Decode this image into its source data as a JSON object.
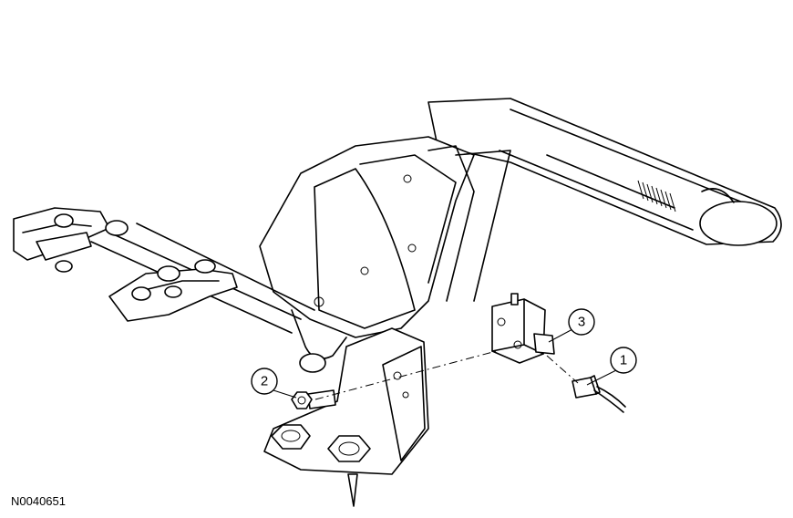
{
  "figure": {
    "id_label": "N0040651",
    "callouts": [
      {
        "number": "1",
        "part": "sensor-connector"
      },
      {
        "number": "2",
        "part": "bolt"
      },
      {
        "number": "3",
        "part": "parking-brake-warning-switch"
      }
    ]
  }
}
